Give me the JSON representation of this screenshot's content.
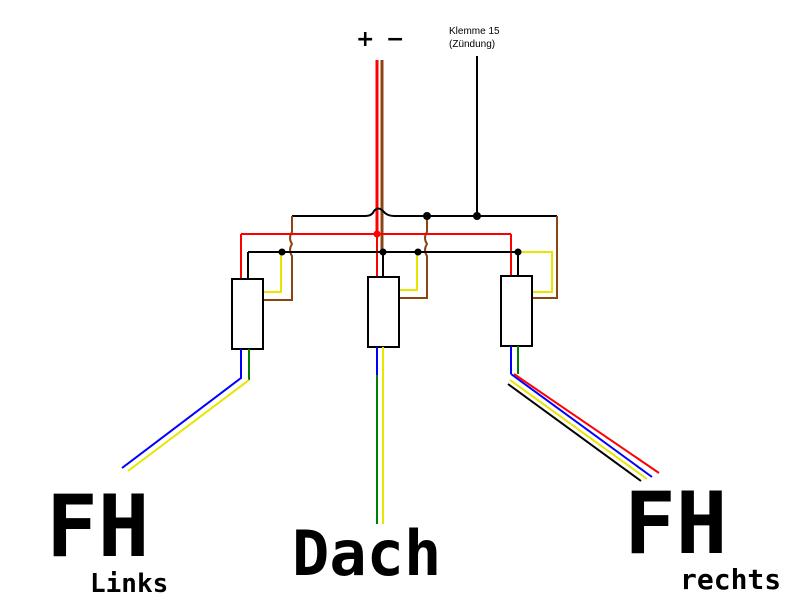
{
  "labels": {
    "plus": "+",
    "minus": "−",
    "klemme_line1": "Klemme 15",
    "klemme_line2": "(Zündung)",
    "left_main": "FH",
    "left_sub": "Links",
    "center_main": "Dach",
    "right_main": "FH",
    "right_sub": "rechts"
  },
  "colors": {
    "red": "#ff0000",
    "brown": "#8b4513",
    "black": "#000000",
    "yellow": "#e6e600",
    "blue": "#0000ff",
    "green": "#008000",
    "module_fill": "#ffffff"
  }
}
